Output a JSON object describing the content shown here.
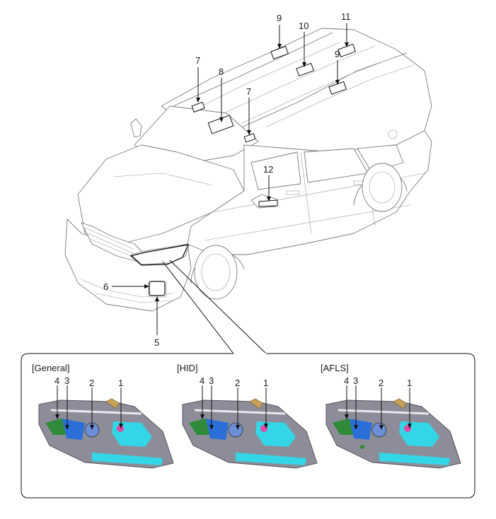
{
  "overview_callouts": [
    {
      "id": "c1",
      "label": "7"
    },
    {
      "id": "c2",
      "label": "8"
    },
    {
      "id": "c3",
      "label": "7"
    },
    {
      "id": "c4",
      "label": "9"
    },
    {
      "id": "c5",
      "label": "10"
    },
    {
      "id": "c6",
      "label": "11"
    },
    {
      "id": "c7",
      "label": "9"
    },
    {
      "id": "c8",
      "label": "12"
    },
    {
      "id": "c9",
      "label": "6"
    },
    {
      "id": "c10",
      "label": "5"
    }
  ],
  "detail_panels": [
    {
      "caption": "[General]",
      "callouts": [
        "4",
        "3",
        "2",
        "1"
      ]
    },
    {
      "caption": "[HID]",
      "callouts": [
        "4",
        "3",
        "2",
        "1"
      ]
    },
    {
      "caption": "[AFLS]",
      "callouts": [
        "4",
        "3",
        "2",
        "1"
      ]
    }
  ],
  "colors": {
    "lamp_blue": "#2a6fd8",
    "lamp_cyan": "#33d6e6",
    "lamp_green": "#2f8a3a",
    "lamp_pink": "#e04aa0",
    "housing": "#8d8d99",
    "bracket": "#c8a25a"
  }
}
